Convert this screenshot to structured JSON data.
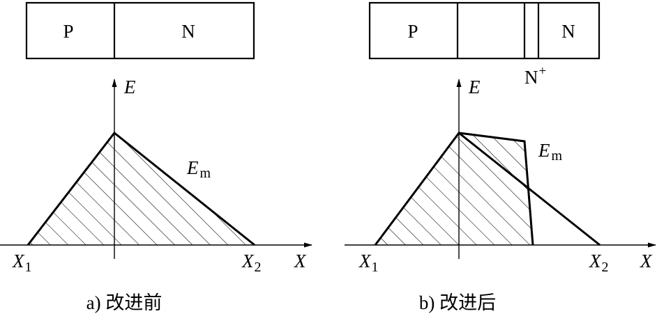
{
  "panel_a": {
    "bar": {
      "left": "P",
      "right": "N"
    },
    "axis": {
      "e": "E",
      "x": "X"
    },
    "x1": {
      "base": "X",
      "sub": "1"
    },
    "x2": {
      "base": "X",
      "sub": "2"
    },
    "em": {
      "base": "E",
      "sub": "m"
    },
    "caption": "a) 改进前"
  },
  "panel_b": {
    "bar": {
      "left": "P",
      "right": "N"
    },
    "n_plus": {
      "base": "N",
      "sup": "+"
    },
    "axis": {
      "e": "E",
      "x": "X"
    },
    "x1": {
      "base": "X",
      "sub": "1"
    },
    "x2": {
      "base": "X",
      "sub": "2"
    },
    "em": {
      "base": "E",
      "sub": "m"
    },
    "caption": "b) 改进后"
  }
}
